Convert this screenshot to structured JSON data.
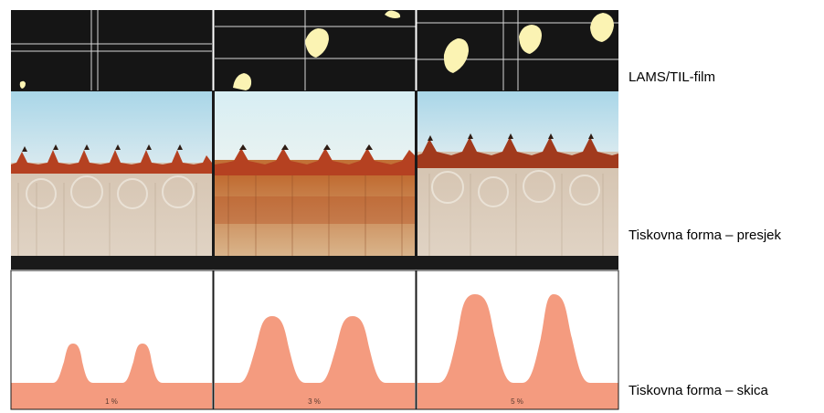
{
  "row_labels": {
    "film": "LAMS/TIL-film",
    "section": "Tiskovna forma – presjek",
    "sketch": "Tiskovna forma – skica"
  },
  "panels": [
    {
      "percent_label": "1 %"
    },
    {
      "percent_label": "3 %"
    },
    {
      "percent_label": "5 %"
    }
  ],
  "colors": {
    "film_background": "#151515",
    "dot_fill": "#fbf3b3",
    "grid_line": "#d6d6d6",
    "sky_blue": "#9fd0e3",
    "ridge_red": "#b54121",
    "rust": "#c5733f",
    "substrate": "#d8c6b2",
    "profile_salmon": "#f49b7f",
    "separator": "#1a1a1a"
  },
  "icons": {
    "film_dots": "film-halftone-dot-icon",
    "print_ridges": "print-form-ridge-icon"
  }
}
